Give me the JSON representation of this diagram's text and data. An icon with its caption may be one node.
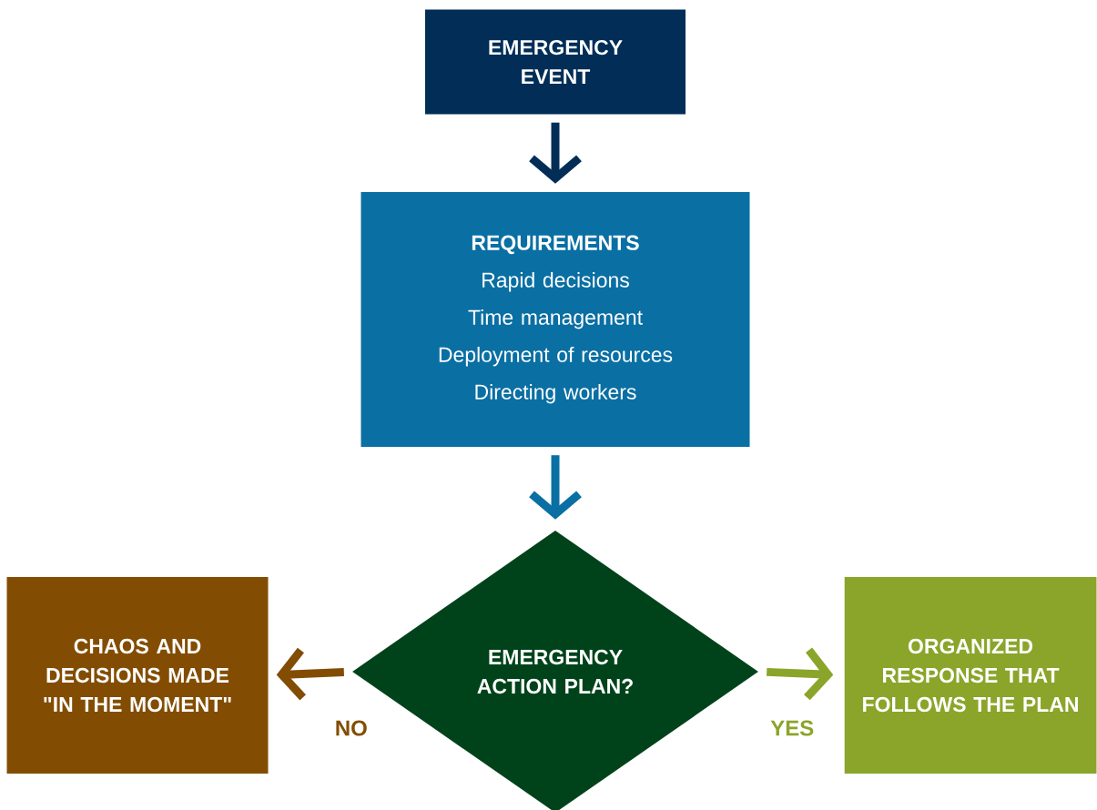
{
  "diagram": {
    "nodes": [
      {
        "text": [
          "EMERGENCY EVENT"
        ]
      },
      {
        "text": [
          "REQUIREMENTS",
          "Rapid decisions",
          "Time management",
          "Deployment of resources",
          "Directing workers"
        ]
      },
      {
        "text": [
          "EMERGENCY ACTION PLAN?"
        ]
      },
      {
        "text": [
          "CHAOS AND DECISIONS MADE \"IN THE MOMENT\""
        ]
      },
      {
        "text": [
          "ORGANIZED RESPONSE THAT FOLLOWS THE PLAN"
        ]
      }
    ],
    "edges": [
      {
        "from": 0,
        "to": 1,
        "arrow": "to",
        "color": "#012d57"
      },
      {
        "from": 1,
        "to": 2,
        "arrow": "to",
        "color": "#0a6fa3"
      },
      {
        "from": 2,
        "to": 3,
        "arrow": "to",
        "label": "NO",
        "color": "#824d02"
      },
      {
        "from": 2,
        "to": 4,
        "arrow": "to",
        "label": "YES",
        "color": "#8aa52a"
      }
    ]
  }
}
